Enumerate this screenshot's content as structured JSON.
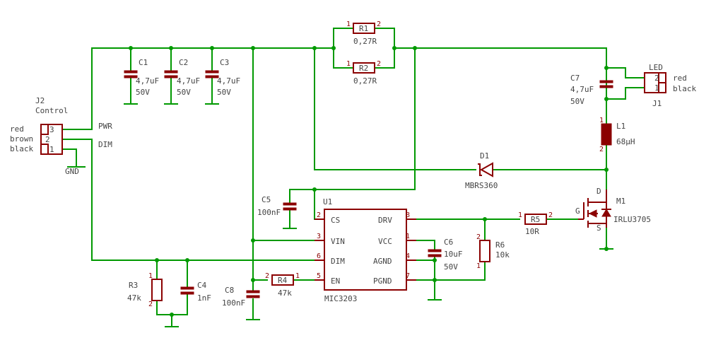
{
  "colors": {
    "wire": "#009900",
    "part": "#8b0000",
    "text": "#444444",
    "background": "#ffffff"
  },
  "connectors": {
    "j2": {
      "ref": "J2",
      "name": "Control",
      "pins": [
        "3",
        "2",
        "1"
      ],
      "wire_colors": [
        "red",
        "brown",
        "black"
      ]
    },
    "j1": {
      "ref": "J1",
      "name": "LED",
      "pins": [
        "2",
        "1"
      ],
      "wire_colors": [
        "red",
        "black"
      ]
    }
  },
  "nets": {
    "pwr": "PWR",
    "dim": "DIM",
    "gnd": "GND"
  },
  "capacitors": {
    "c1": {
      "ref": "C1",
      "value": "4,7uF",
      "voltage": "50V"
    },
    "c2": {
      "ref": "C2",
      "value": "4,7uF",
      "voltage": "50V"
    },
    "c3": {
      "ref": "C3",
      "value": "4,7uF",
      "voltage": "50V"
    },
    "c4": {
      "ref": "C4",
      "value": "1nF"
    },
    "c5": {
      "ref": "C5",
      "value": "100nF"
    },
    "c6": {
      "ref": "C6",
      "value": "10uF",
      "voltage": "50V"
    },
    "c7": {
      "ref": "C7",
      "value": "4,7uF",
      "voltage": "50V"
    },
    "c8": {
      "ref": "C8",
      "value": "100nF"
    }
  },
  "resistors": {
    "r1": {
      "ref": "R1",
      "value": "0,27R",
      "pin_a": "1",
      "pin_b": "2"
    },
    "r2": {
      "ref": "R2",
      "value": "0,27R",
      "pin_a": "1",
      "pin_b": "2"
    },
    "r3": {
      "ref": "R3",
      "value": "47k",
      "pin_a": "1",
      "pin_b": "2"
    },
    "r4": {
      "ref": "R4",
      "value": "47k",
      "pin_a": "2",
      "pin_b": "1"
    },
    "r5": {
      "ref": "R5",
      "value": "10R",
      "pin_a": "1",
      "pin_b": "2"
    },
    "r6": {
      "ref": "R6",
      "value": "10k",
      "pin_a": "2",
      "pin_b": "1"
    }
  },
  "inductor": {
    "ref": "L1",
    "value": "68µH",
    "pin_a": "1",
    "pin_b": "2"
  },
  "diode": {
    "ref": "D1",
    "part": "MBRS360"
  },
  "mosfet": {
    "ref": "M1",
    "part": "IRLU3705",
    "gate": "G",
    "drain": "D",
    "source": "S"
  },
  "ic": {
    "ref": "U1",
    "part": "MIC3203",
    "left_pins": [
      {
        "num": "2",
        "name": "CS"
      },
      {
        "num": "3",
        "name": "VIN"
      },
      {
        "num": "6",
        "name": "DIM"
      },
      {
        "num": "5",
        "name": "EN"
      }
    ],
    "right_pins": [
      {
        "num": "8",
        "name": "DRV"
      },
      {
        "num": "1",
        "name": "VCC"
      },
      {
        "num": "4",
        "name": "AGND"
      },
      {
        "num": "7",
        "name": "PGND"
      }
    ]
  }
}
